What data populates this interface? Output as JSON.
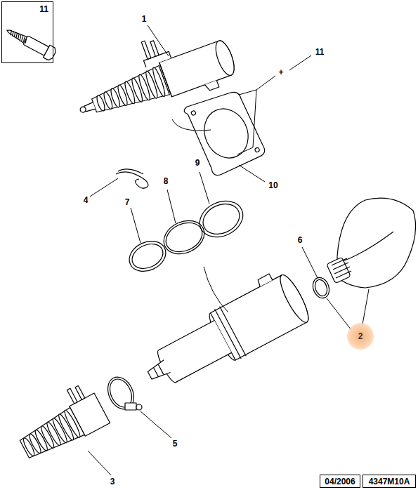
{
  "diagram": {
    "nodes": [
      {
        "text": [
          "11"
        ]
      },
      {
        "text": [
          "2"
        ]
      },
      {
        "text": [
          "04/2006"
        ]
      },
      {
        "text": [
          "4347M10A"
        ]
      }
    ],
    "edges": [],
    "labels": [
      "1",
      "11",
      "+",
      "9",
      "8",
      "4",
      "10",
      "7",
      "6",
      "5",
      "3"
    ]
  }
}
